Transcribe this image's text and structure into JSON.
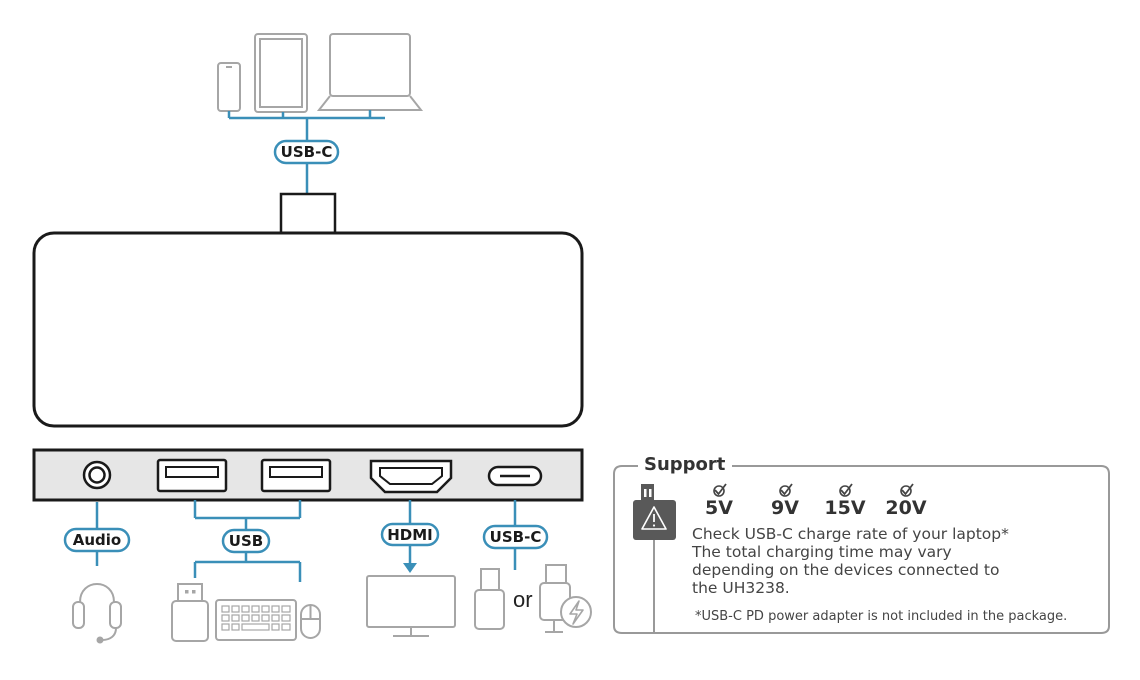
{
  "labels": {
    "top_usbc": "USB-C",
    "audio": "Audio",
    "usb": "USB",
    "hdmi": "HDMI",
    "usbc_pd": "USB-C",
    "or": "or"
  },
  "support": {
    "title": "Support",
    "voltages": [
      "5V",
      "9V",
      "15V",
      "20V"
    ],
    "note_lines": [
      "Check USB-C charge rate of your laptop*",
      "The total charging time may vary",
      "depending on the devices connected to",
      "the UH3238."
    ],
    "footnote": "*USB-C PD power adapter is not included in the package."
  },
  "colors": {
    "accent": "#3a8fb8",
    "device_gray": "#a6a6a6",
    "hub_black": "#1a1a1a",
    "hub_bar_fill": "#e6e6e6",
    "panel_border": "#999999"
  },
  "icons": [
    "smartphone-icon",
    "tablet-icon",
    "laptop-icon",
    "headset-icon",
    "usb-flash-drive-icon",
    "keyboard-icon",
    "mouse-icon",
    "monitor-icon",
    "usb-c-plug-icon",
    "power-adapter-icon",
    "wall-adapter-icon",
    "warning-icon",
    "checkmark-icon"
  ]
}
